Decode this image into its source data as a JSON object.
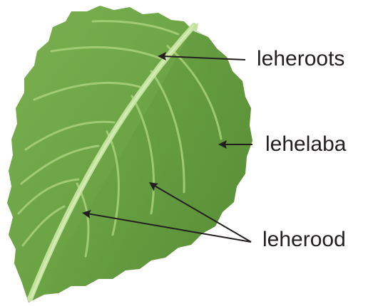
{
  "labels": {
    "midrib": "leheroots",
    "blade": "lehelaba",
    "veins": "leherood"
  },
  "colors": {
    "leaf_dark": "#5f963c",
    "leaf_mid": "#6ea547",
    "leaf_light": "#8cbf5e",
    "vein": "#b4d98a",
    "midrib": "#c3e29c",
    "arrow": "#231f20",
    "text": "#231f20"
  }
}
